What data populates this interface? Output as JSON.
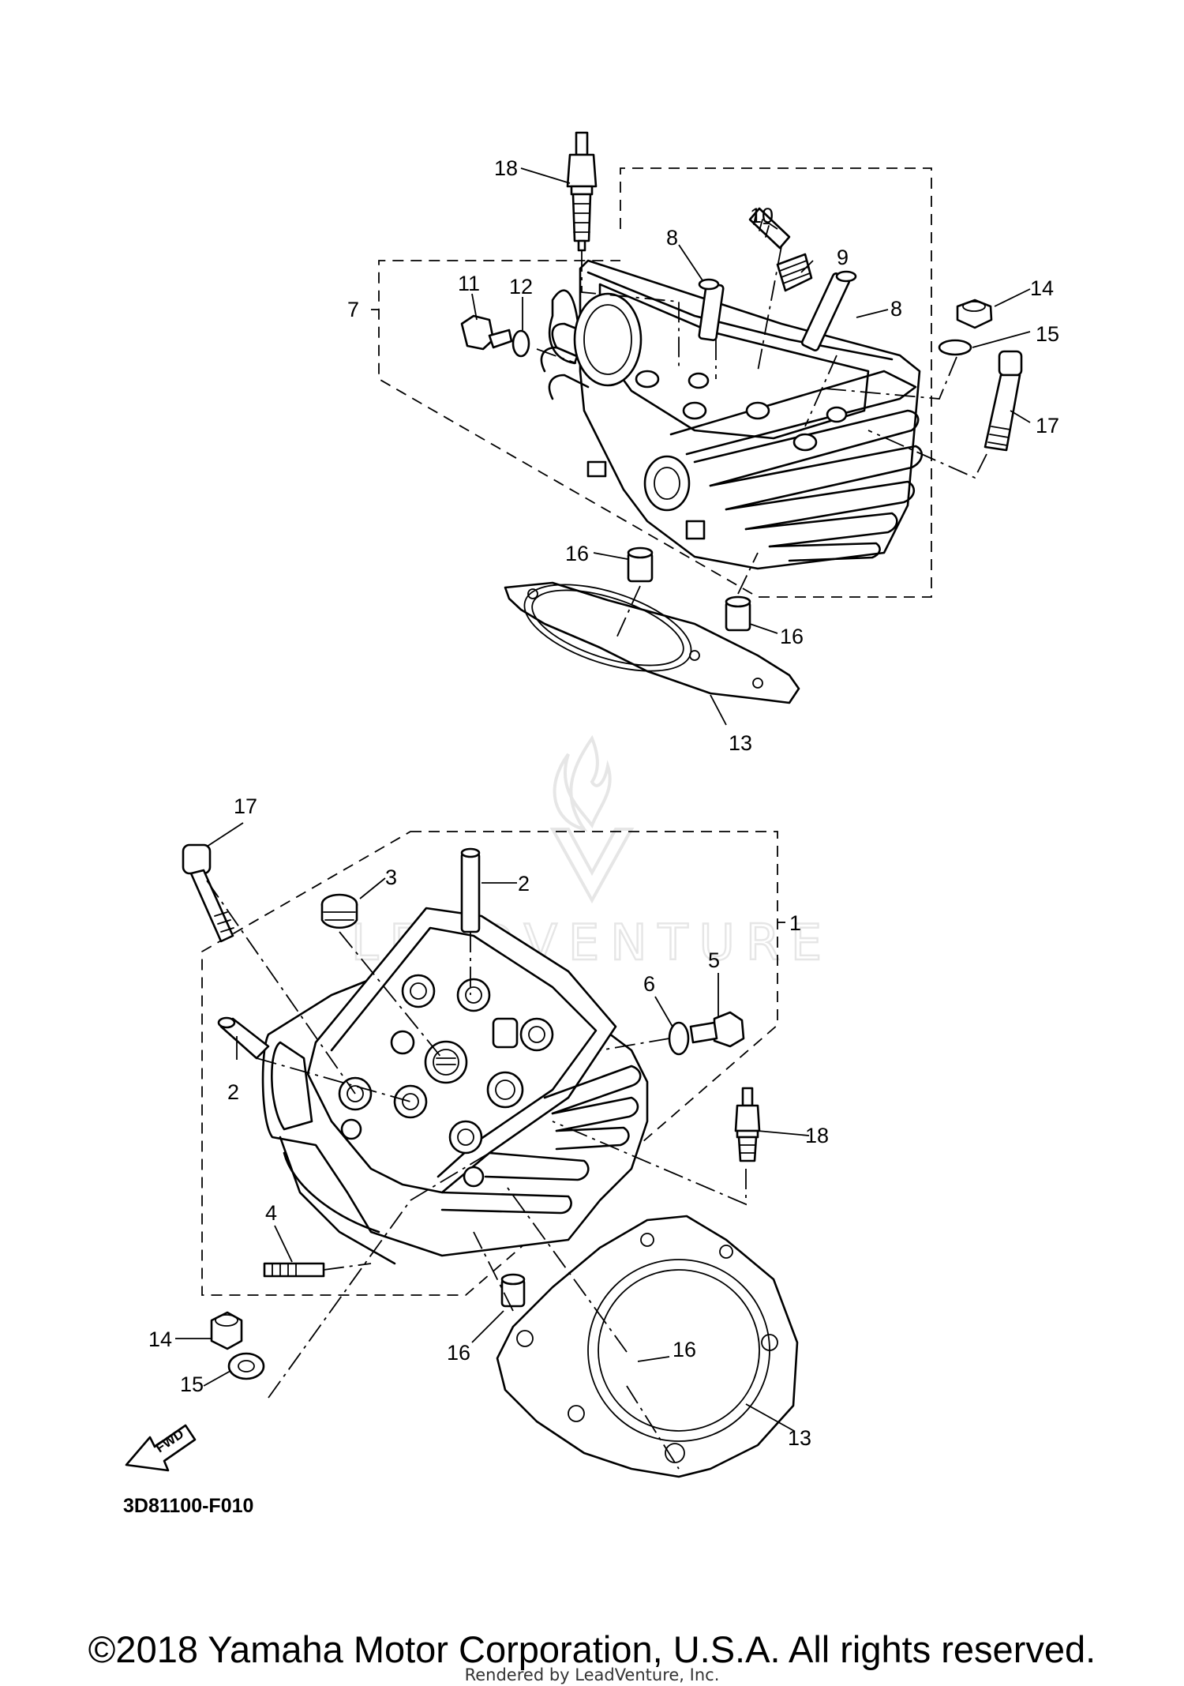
{
  "watermark": {
    "text": "LEADVENTURE",
    "logo": "leadventure-flame-logo"
  },
  "diagram_code": "3D81100-F010",
  "fwd_label": "FWD",
  "copyright": "©2018 Yamaha Motor Corporation, U.S.A. All rights reserved.",
  "rendered_by": "Rendered by LeadVenture, Inc.",
  "callouts": {
    "c18_top": "18",
    "c10": "10",
    "c9": "9",
    "c8a": "8",
    "c8b": "8",
    "c7": "7",
    "c11": "11",
    "c12": "12",
    "c14_top": "14",
    "c15_top": "15",
    "c17_top": "17",
    "c16a": "16",
    "c16b": "16",
    "c13_top": "13",
    "c17_bot": "17",
    "c3": "3",
    "c2a": "2",
    "c1": "1",
    "c6": "6",
    "c5": "5",
    "c2b": "2",
    "c18_bot": "18",
    "c4": "4",
    "c14_bot": "14",
    "c15_bot": "15",
    "c16c": "16",
    "c16d": "16",
    "c13_bot": "13"
  }
}
